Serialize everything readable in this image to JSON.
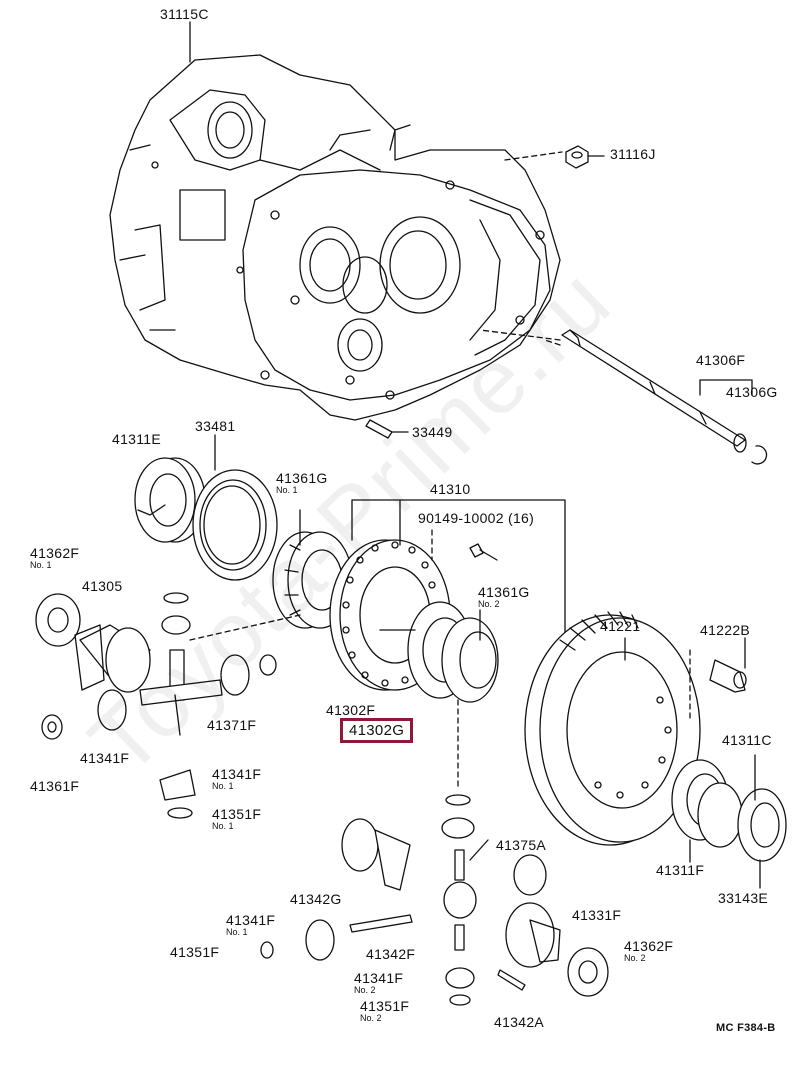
{
  "watermark": "Toyota-Prime.ru",
  "diagram_code": "MC F384-B",
  "labels": {
    "l31115C": "31115C",
    "l31116J": "31116J",
    "l41306F": "41306F",
    "l41306G": "41306G",
    "l33449": "33449",
    "l41311E": "41311E",
    "l33481": "33481",
    "l41361G1": "41361G",
    "l41361G1_sub": "No. 1",
    "l41310": "41310",
    "l90149": "90149-10002 (16)",
    "l41362F1": "41362F",
    "l41362F1_sub": "No. 1",
    "l41305": "41305",
    "l41361G2": "41361G",
    "l41361G2_sub": "No. 2",
    "l41221": "41221",
    "l41222B": "41222B",
    "l41371F": "41371F",
    "l41302F": "41302F",
    "l41302G": "41302G",
    "l41341F": "41341F",
    "l41361F": "41361F",
    "l41341F1": "41341F",
    "l41341F1_sub": "No. 1",
    "l41351F1": "41351F",
    "l41351F1_sub": "No. 1",
    "l41311C": "41311C",
    "l41311F": "41311F",
    "l33143E": "33143E",
    "l41375A": "41375A",
    "l41342G": "41342G",
    "l41341Fb": "41341F",
    "l41341Fb_sub": "No. 1",
    "l41351Fb": "41351F",
    "l41331F": "41331F",
    "l41362F2": "41362F",
    "l41362F2_sub": "No. 2",
    "l41342F": "41342F",
    "l41341F2": "41341F",
    "l41341F2_sub": "No. 2",
    "l41351F2": "41351F",
    "l41351F2_sub": "No. 2",
    "l41342A": "41342A"
  }
}
